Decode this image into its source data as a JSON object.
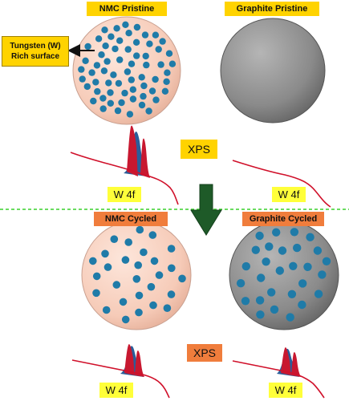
{
  "labels": {
    "nmc_pristine": "NMC Pristine",
    "graphite_pristine": "Graphite Pristine",
    "tungsten_line1": "Tungsten (W)",
    "tungsten_line2": "Rich surface",
    "xps_top": "XPS",
    "w4f_top_left": "W 4f",
    "w4f_top_right": "W 4f",
    "nmc_cycled": "NMC Cycled",
    "graphite_cycled": "Graphite Cycled",
    "xps_bottom": "XPS",
    "w4f_bottom_left": "W 4f",
    "w4f_bottom_right": "W 4f"
  },
  "colors": {
    "yellow_label": "#ffd300",
    "orange_label": "#f07d3c",
    "nmc_disc": "#f8d3c2",
    "graphite_disc": "#8c8c8c",
    "particle": "#1f7ba8",
    "spectrum_line": "#d0102a",
    "peak_red": "#c81830",
    "peak_blue": "#2a5e9a",
    "arrow_green": "#1e5a28",
    "divider_green": "#39d12a"
  }
}
